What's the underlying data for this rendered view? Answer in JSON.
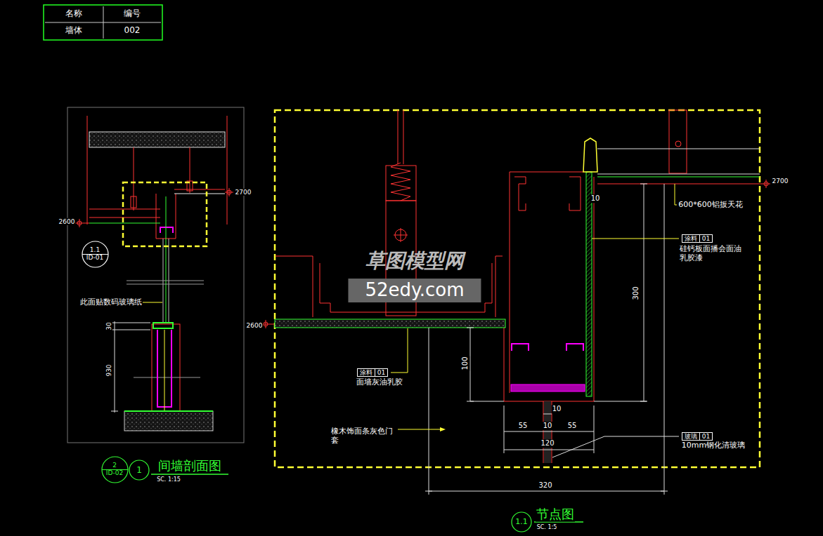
{
  "diagram": {
    "nodes": [
      {
        "text": [
          "1.1",
          "ID-01"
        ]
      },
      {
        "text": [
          "2",
          "ID-02"
        ]
      },
      {
        "text": [
          "1"
        ]
      },
      {
        "text": [
          "涂料",
          "01"
        ]
      },
      {
        "text": [
          "涂料",
          "01"
        ]
      },
      {
        "text": [
          "玻璃",
          "01"
        ]
      },
      {
        "text": [
          "1.1"
        ]
      }
    ],
    "labels": [
      "名称",
      "编号",
      "墙体",
      "002",
      "2700",
      "2600",
      "此面贴数码玻璃纸",
      "30",
      "930",
      "间墙剖面图",
      "SC. 1:15",
      "2700",
      "2600",
      "600*600铝扳天花",
      "硅钙板面播会面油 乳胶漆",
      "10",
      "300",
      "面墙灰油乳胶",
      "100",
      "橡木饰面条灰色门 套",
      "10",
      "55",
      "10",
      "55",
      "120",
      "10mm钢化清玻璃",
      "320",
      "草图模型网",
      "52edy.com",
      "节点图",
      "SC. 1:5"
    ]
  }
}
